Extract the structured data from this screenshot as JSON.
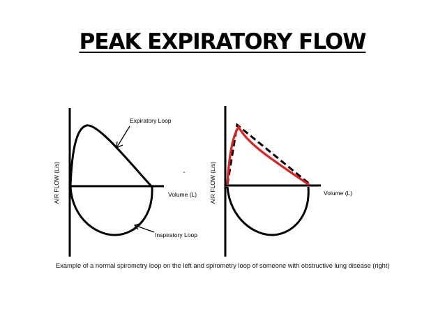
{
  "slide": {
    "title": "PEAK EXPIRATORY FLOW",
    "caption": "Example of a normal spirometry loop on the left and spirometry loop of someone with obstructive lung disease (right)"
  },
  "left_panel": {
    "y_axis_label": "AIR FLOW (L/s)",
    "x_axis_label": "Volume (L)",
    "expiratory_label": "Expiratory Loop",
    "inspiratory_label": "Inspiratory Loop"
  },
  "right_panel": {
    "y_axis_label": "AIR FLOW (L/s)",
    "x_axis_label": "Volume (L)"
  },
  "colors": {
    "normal_curve": "#000000",
    "obstructive_curve": "#e02020",
    "background": "#ffffff"
  }
}
